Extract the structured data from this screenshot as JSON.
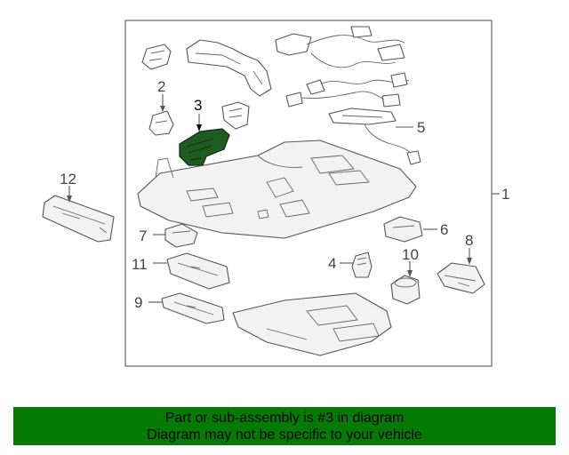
{
  "diagram": {
    "callouts": [
      {
        "id": "1",
        "label": "1"
      },
      {
        "id": "2",
        "label": "2"
      },
      {
        "id": "3",
        "label": "3"
      },
      {
        "id": "4",
        "label": "4"
      },
      {
        "id": "5",
        "label": "5"
      },
      {
        "id": "6",
        "label": "6"
      },
      {
        "id": "7",
        "label": "7"
      },
      {
        "id": "8",
        "label": "8"
      },
      {
        "id": "9",
        "label": "9"
      },
      {
        "id": "10",
        "label": "10"
      },
      {
        "id": "11",
        "label": "11"
      },
      {
        "id": "12",
        "label": "12"
      }
    ],
    "highlighted_part": "3",
    "highlight_color": "#1f5c1f"
  },
  "banner": {
    "line1": "Part or sub-assembly is #3 in diagram",
    "line2": "Diagram may not be specific to your vehicle",
    "background_color": "#057a05"
  }
}
